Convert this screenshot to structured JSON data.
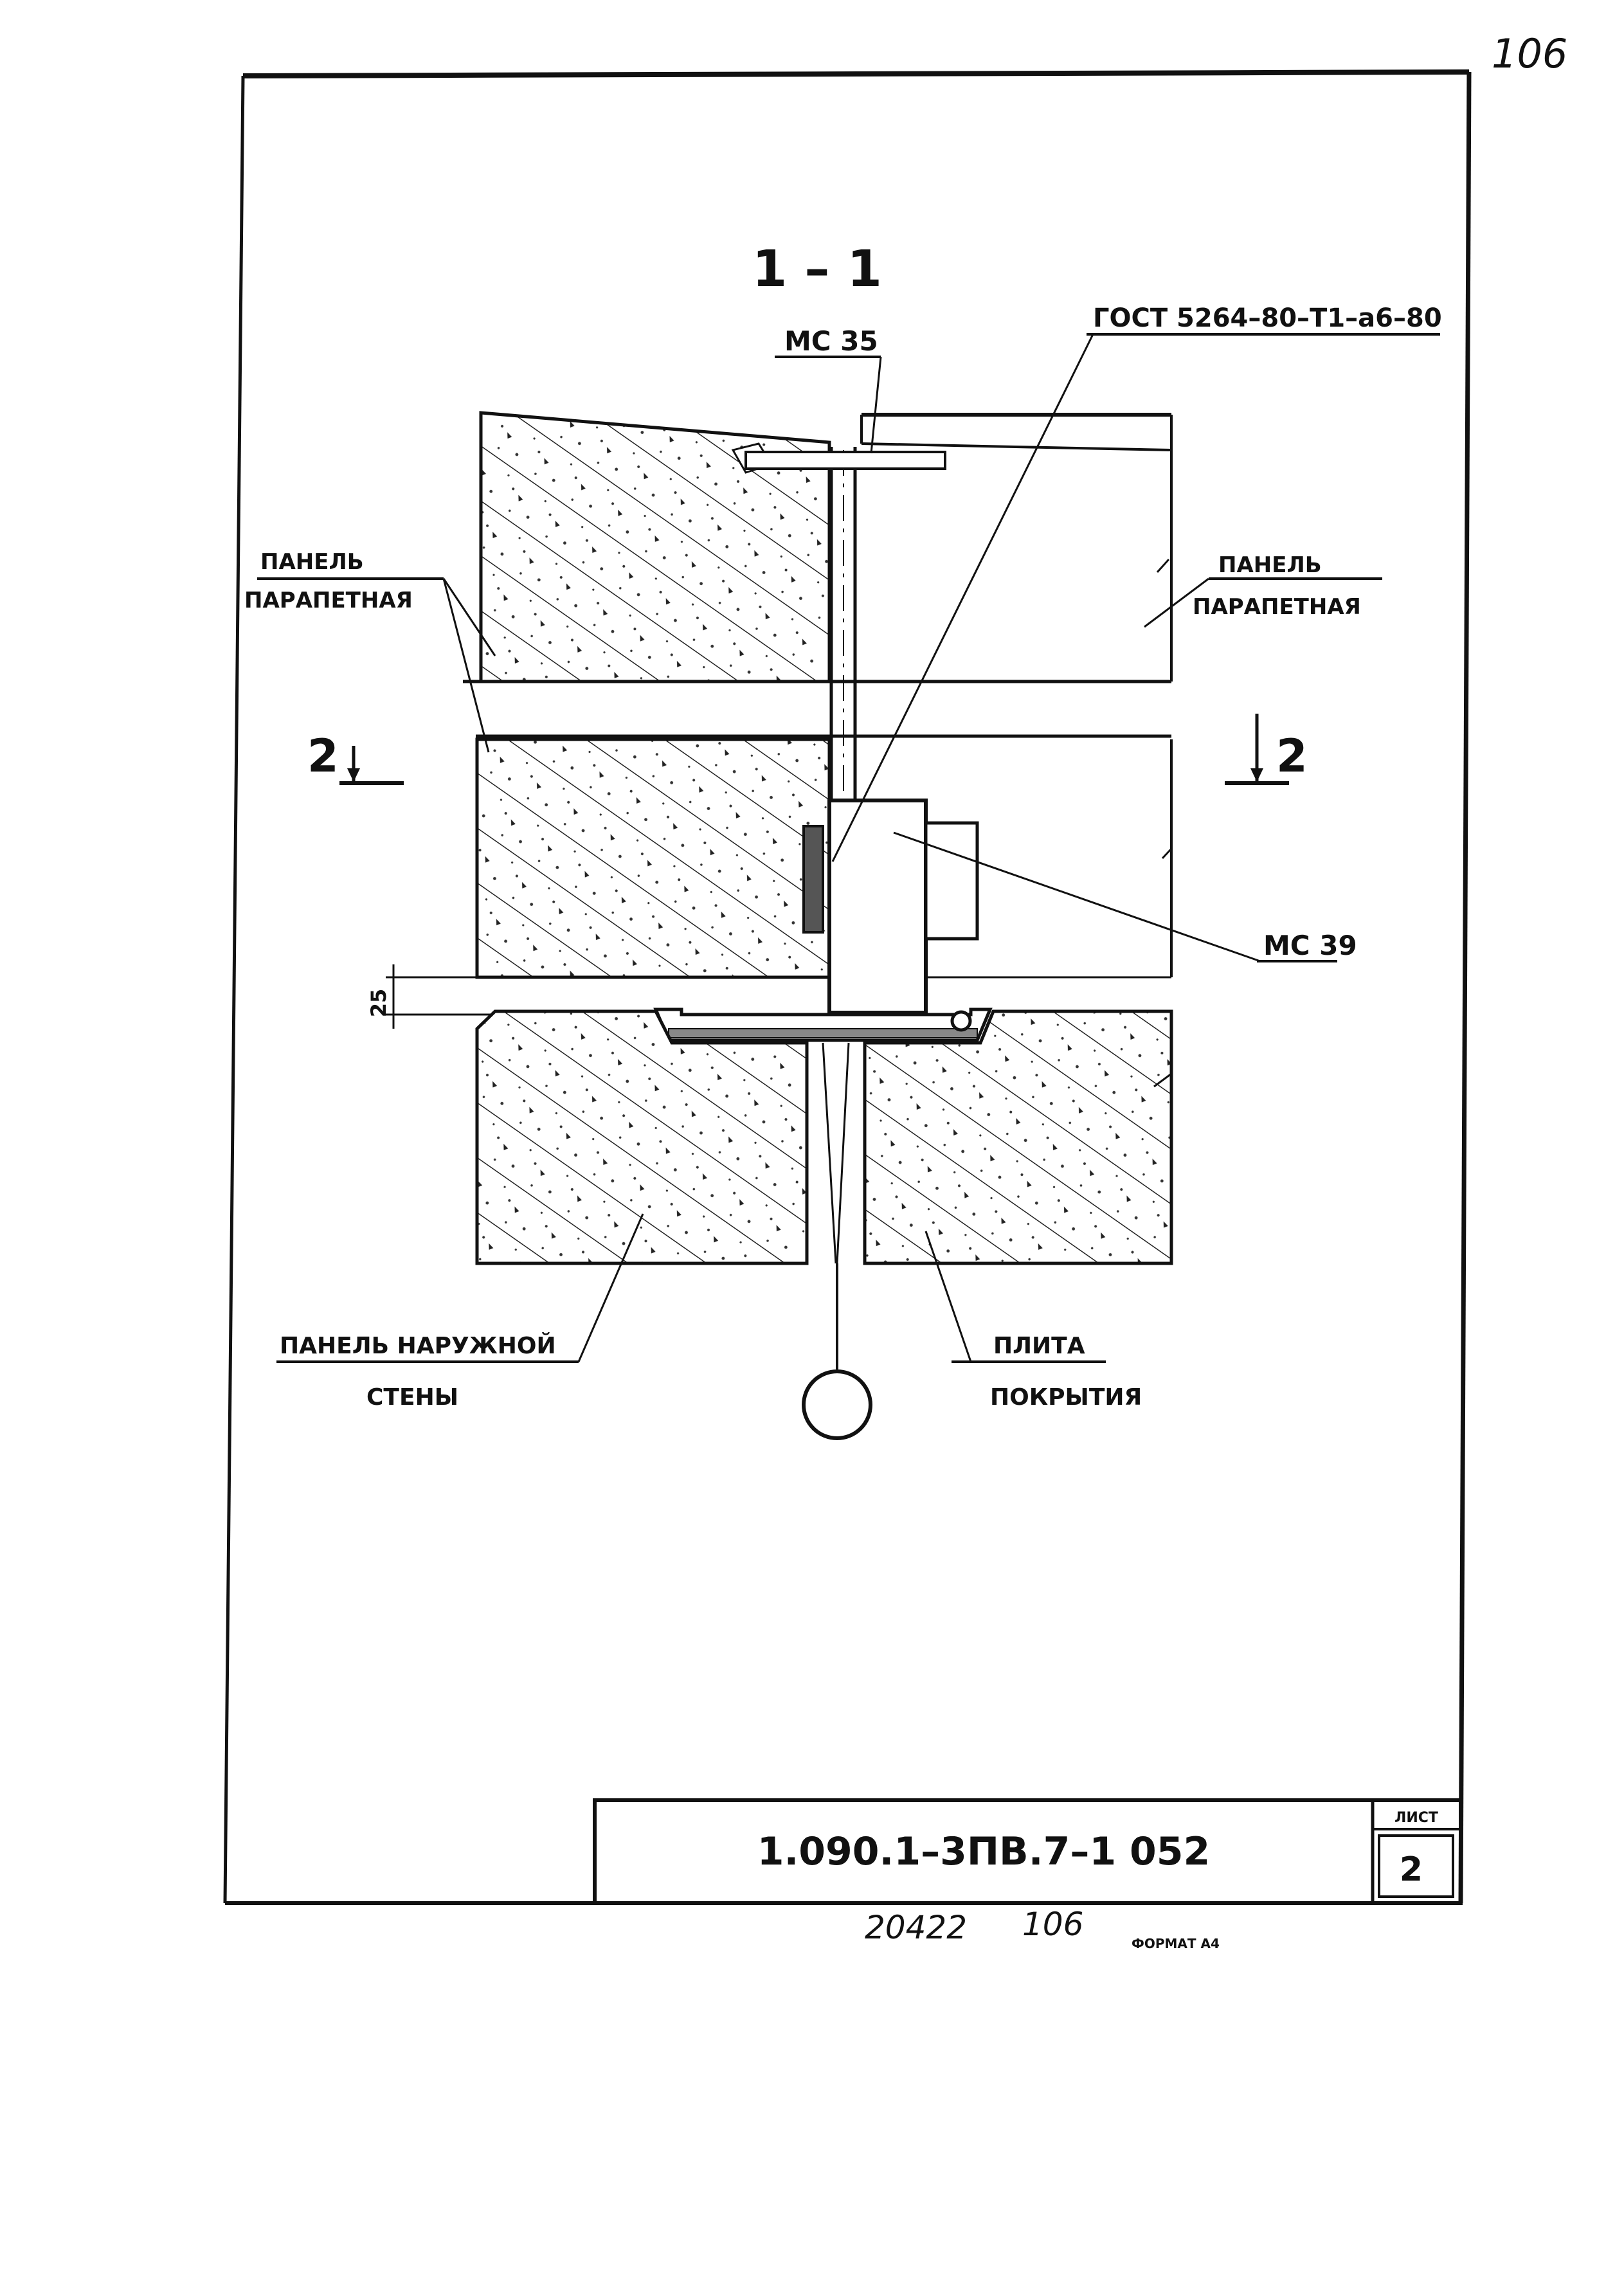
{
  "corner_note": "106",
  "section_title": "1 – 1",
  "section_marks": {
    "left": "2",
    "right": "2"
  },
  "labels": {
    "mc35": "МС 35",
    "gost": "ГОСТ 5264–80–Т1–а6–80",
    "parapet_left_1": "ПАНЕЛЬ",
    "parapet_left_2": "ПАРАПЕТНАЯ",
    "parapet_right_1": "ПАНЕЛЬ",
    "parapet_right_2": "ПАРАПЕТНАЯ",
    "mc39": "МС 39",
    "dimension_25": "25",
    "outer_wall_1": "ПАНЕЛЬ НАРУЖНОЙ",
    "outer_wall_2": "СТЕНЫ",
    "slab_1": "ПЛИТА",
    "slab_2": "ПОКРЫТИЯ"
  },
  "title_block": {
    "code": "1.090.1–3ПВ.7–1   052",
    "sheet_label": "ЛИСТ",
    "sheet_number": "2"
  },
  "footer": {
    "archive_number": "20422",
    "page_number": "106",
    "format": "ФОРМАТ А4"
  }
}
